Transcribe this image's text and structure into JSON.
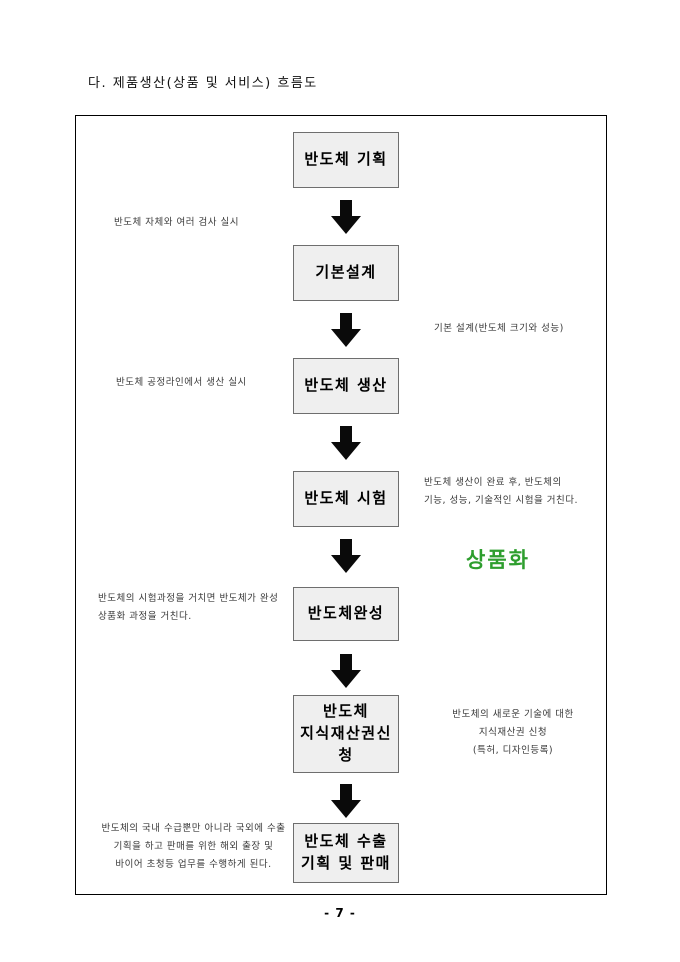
{
  "page": {
    "title": "다. 제품생산(상품 및 서비스) 흐름도",
    "page_number": "- 7 -"
  },
  "flowchart": {
    "nodes": [
      {
        "label": "반도체 기획"
      },
      {
        "label": "기본설계"
      },
      {
        "label": "반도체 생산"
      },
      {
        "label": "반도체 시험"
      },
      {
        "label": "반도체완성"
      },
      {
        "label": "반도체\n지식재산권신\n청"
      },
      {
        "label": "반도체 수출\n기획 및 판매"
      }
    ],
    "left_notes": [
      {
        "text": "반도체 자체와 여러 검사 실시"
      },
      {
        "text": "반도체 공정라인에서 생산 실시"
      },
      {
        "text": "반도체의 시험과정을 거치면 반도체가 완성\n상품화 과정을 거친다."
      },
      {
        "text": "반도체의 국내 수급뿐만 아니라 국외에 수출\n기획을 하고 판매를 위한 해외 출장 및\n바이어 초청등 업무를 수행하게 된다."
      }
    ],
    "right_notes": [
      {
        "text": "기본 설계(반도체 크기와 성능)"
      },
      {
        "text": "반도체 생산이 완료 후, 반도체의\n기능, 성능, 기술적인 시험을 거친다."
      },
      {
        "text": "반도체의 새로운 기술에 대한\n지식재산권 신청\n(특허, 디자인등록)"
      }
    ],
    "highlight": {
      "text": "상품화",
      "color": "#2e9e2e"
    },
    "style": {
      "node_fill": "#efefef",
      "arrow_color": "#0a0a0a"
    }
  }
}
